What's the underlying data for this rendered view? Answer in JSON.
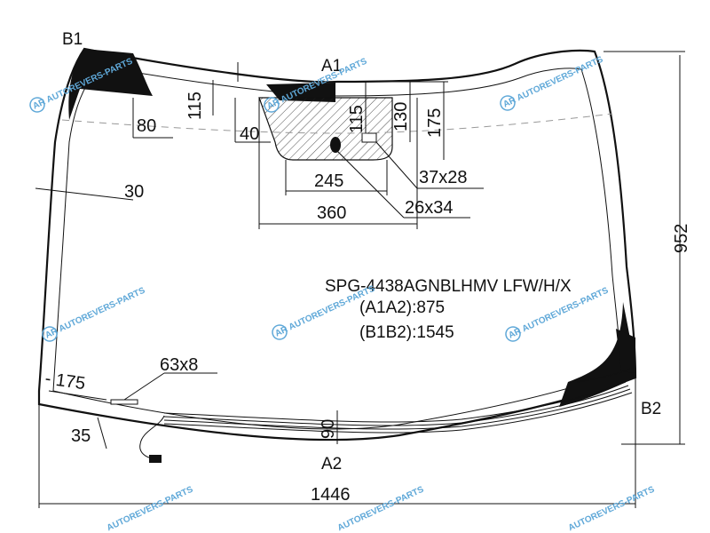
{
  "corners": {
    "b1": "B1",
    "b2": "B2",
    "a1": "A1",
    "a2": "A2"
  },
  "dimensions": {
    "d115_left": "115",
    "d80": "80",
    "d40": "40",
    "d115_center": "115",
    "d130": "130",
    "d175_top": "175",
    "d30": "30",
    "d245": "245",
    "d360": "360",
    "d37x28": "37x28",
    "d26x34": "26x34",
    "d952": "952",
    "d1446": "1446",
    "d175_bottom": "- 175",
    "d63x8": "63x8",
    "d35": "35",
    "d90": "90"
  },
  "spec": {
    "code": "SPG-4438AGNBLHMV LFW/H/X",
    "a1a2": "(A1A2):875",
    "b1b2": "(B1B2):1545"
  },
  "watermark": {
    "text": "AUTOREVERS-PARTS",
    "logo": "AR"
  },
  "colors": {
    "ink": "#111111",
    "watermark": "#5fa8d8"
  }
}
